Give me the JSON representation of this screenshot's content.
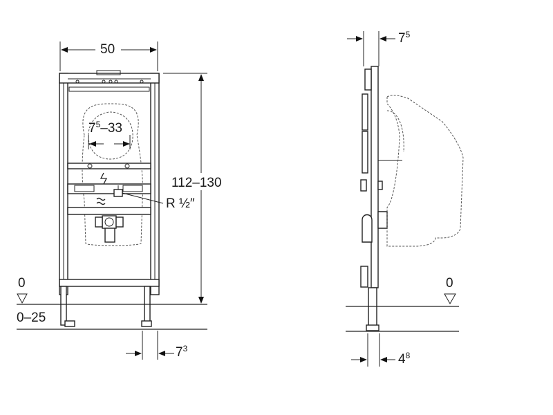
{
  "front_view": {
    "width_dim": "50",
    "height_dim": "112–130",
    "spacing_dim": {
      "base": "7",
      "sup1": "5",
      "rest": "–33"
    },
    "thread_label": "R ½″",
    "floor_level": "0",
    "floor_range": "0–25",
    "foot_dim": {
      "base": "7",
      "sup": "3"
    }
  },
  "side_view": {
    "depth_dim": {
      "base": "7",
      "sup": "5"
    },
    "floor_level": "0",
    "foot_dim": {
      "base": "4",
      "sup": "8"
    }
  }
}
